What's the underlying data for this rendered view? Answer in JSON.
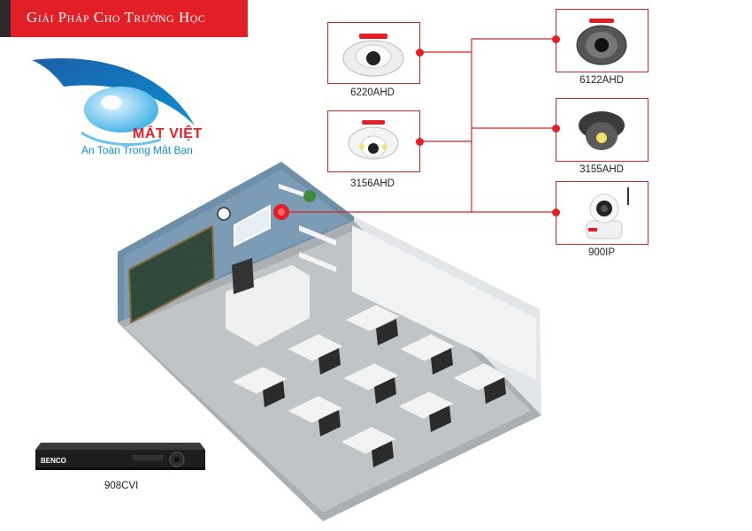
{
  "banner": {
    "title": "Giải Pháp Cho Trường Học"
  },
  "logo": {
    "name": "MẮT VIỆT",
    "tagline": "An Toàn Trong Mắt Bạn"
  },
  "cameras_left": [
    {
      "label": "6220AHD",
      "type": "dome-white"
    },
    {
      "label": "3156AHD",
      "type": "dome-white-led"
    }
  ],
  "cameras_right": [
    {
      "label": "6122AHD",
      "type": "dome-dark"
    },
    {
      "label": "3155AHD",
      "type": "dome-dark-led"
    },
    {
      "label": "900IP",
      "type": "ip-wifi"
    }
  ],
  "recorder": {
    "label": "908CVI",
    "brand": "BENCO"
  },
  "colors": {
    "accent": "#e21f26",
    "logo_blue": "#0d8fd0"
  }
}
